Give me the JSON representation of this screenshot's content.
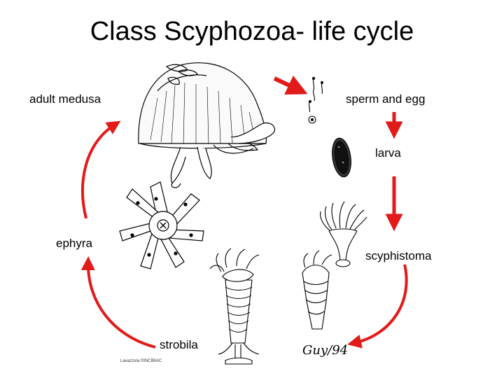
{
  "title": "Class Scyphozoa- life cycle",
  "stages": {
    "adult_medusa": "adult medusa",
    "sperm_and_egg": "sperm and egg",
    "larva": "larva",
    "scyphistoma": "scyphistoma",
    "strobila": "strobila",
    "ephyra": "ephyra"
  },
  "credit": "Lavazzola ©INCIBIAC",
  "signature": "Guy/94",
  "colors": {
    "arrow": "#e21a1a",
    "ink": "#000000"
  }
}
